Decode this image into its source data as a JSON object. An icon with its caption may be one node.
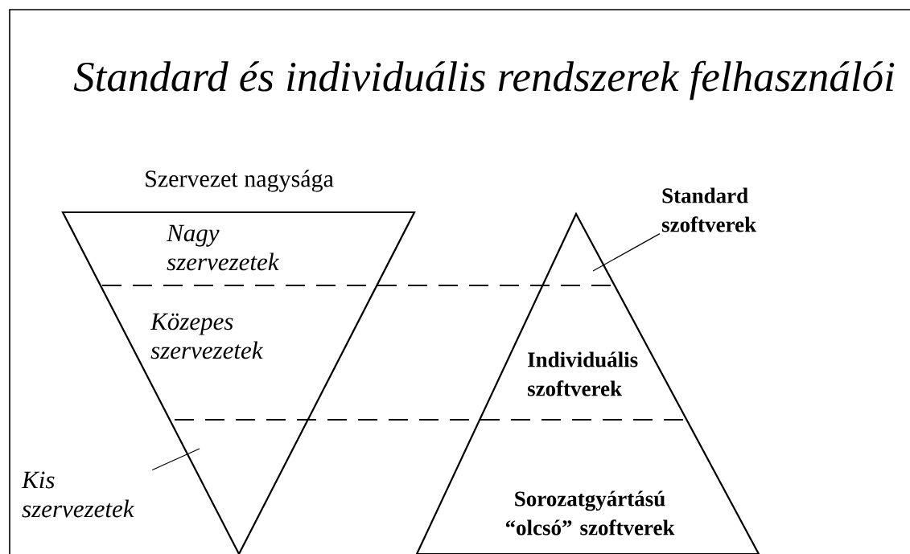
{
  "diagram": {
    "title": "Standard és individuális rendszerek felhasználói",
    "nodes": [
      {
        "text": [
          "Szervezet nagysága"
        ]
      },
      {
        "text": [
          "Nagy szervezetek"
        ],
        "in": 0
      },
      {
        "text": [
          "Közepes szervezetek"
        ],
        "in": 0
      },
      {
        "text": [
          "Kis szervezetek"
        ]
      },
      {
        "text": [],
        "shape": "triangle"
      },
      {
        "text": [
          "Standard szoftverek"
        ]
      },
      {
        "text": [
          "Individuális szoftverek"
        ],
        "in": 4
      },
      {
        "text": [
          "Sorozatgyártású “olcsó” szoftverek"
        ],
        "in": 4
      }
    ],
    "edges": [
      {
        "from": 3,
        "to": null,
        "arrow": "none"
      },
      {
        "from": 5,
        "to": null,
        "arrow": "none"
      }
    ]
  }
}
